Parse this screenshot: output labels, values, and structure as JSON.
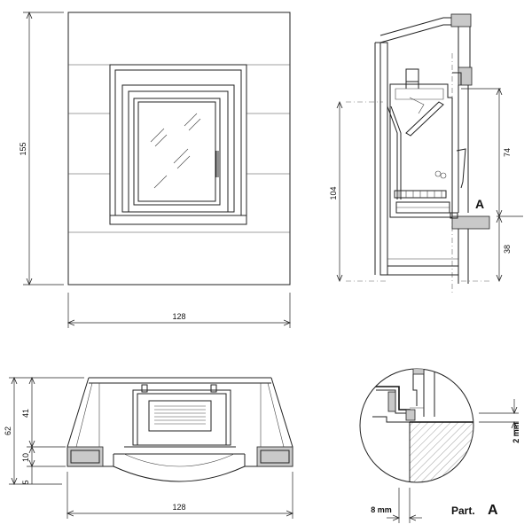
{
  "dimensions": {
    "front_height": "155",
    "front_width": "128",
    "side_height_total": "104",
    "side_upper": "74",
    "side_lower": "38",
    "plan_width": "128",
    "plan_depth": "62",
    "plan_depth_inner": "41",
    "plan_10": "10",
    "plan_5": "5",
    "detail_horizontal": "8 mm",
    "detail_vertical": "2 mm"
  },
  "labels": {
    "detail_marker": "A",
    "part_label": "Part.",
    "part_letter": "A"
  }
}
